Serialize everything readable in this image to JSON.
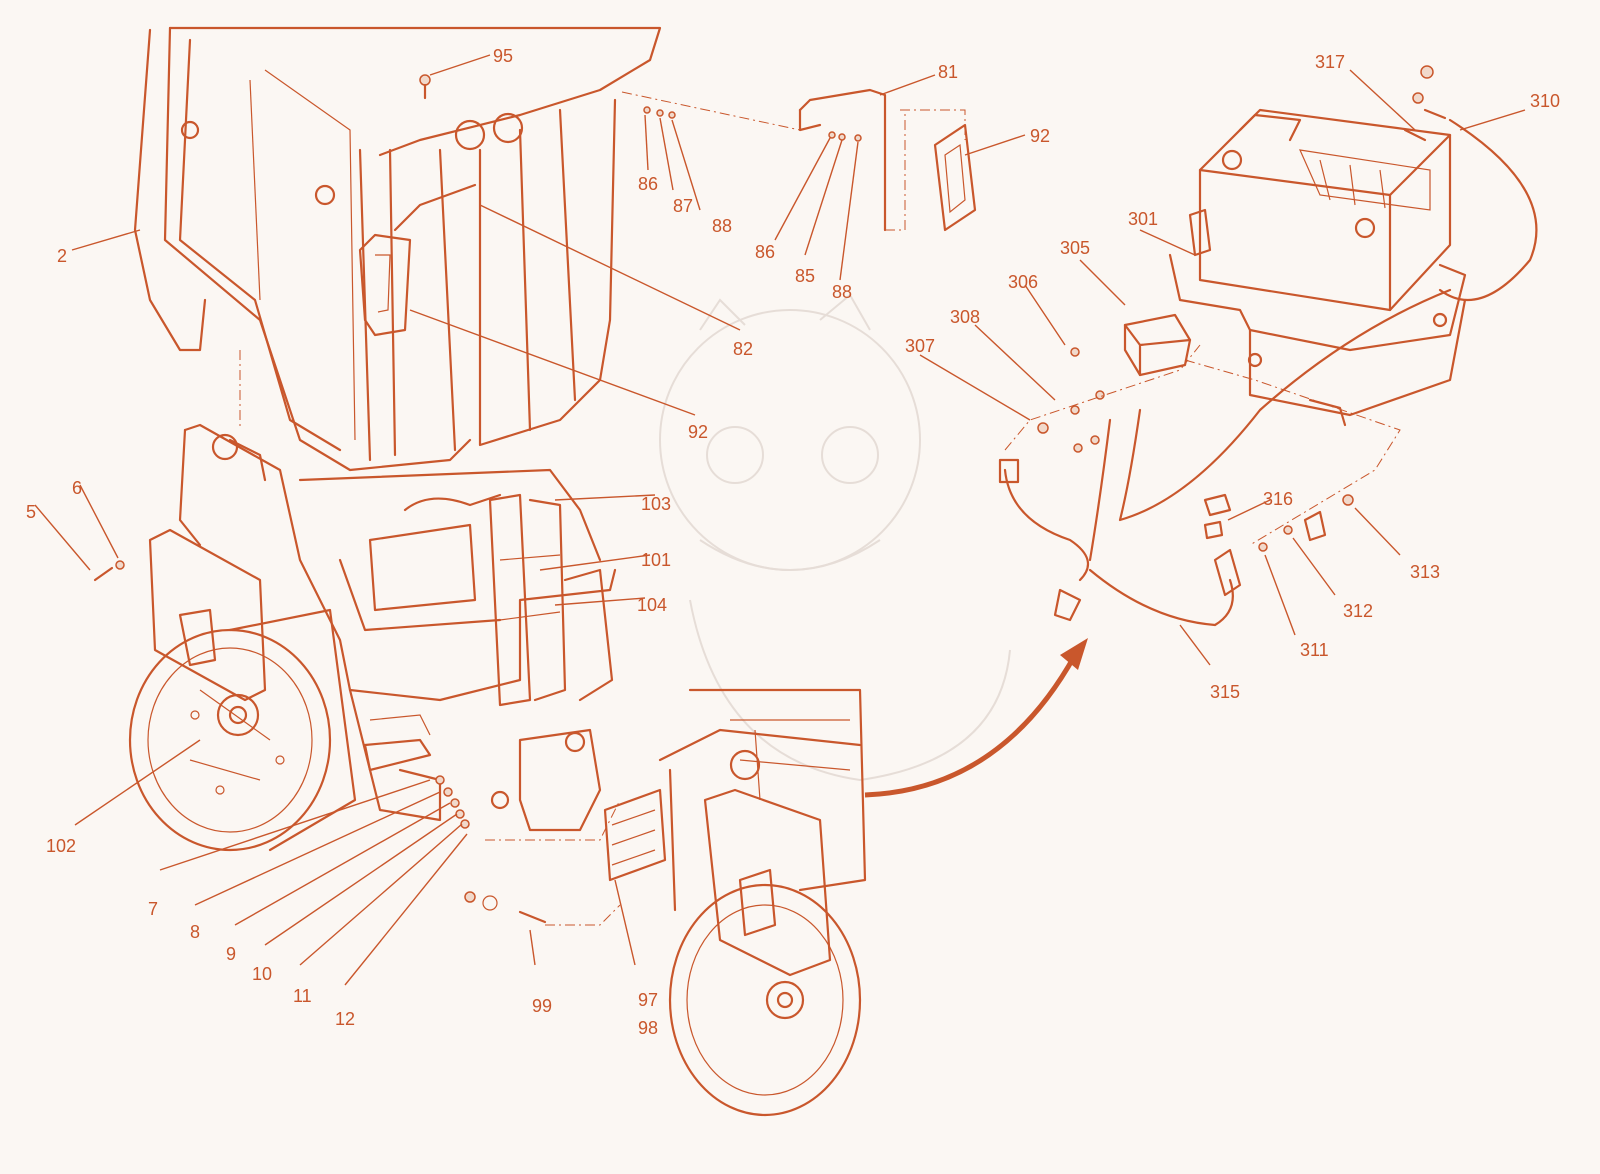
{
  "colors": {
    "line": "#c9572c",
    "background": "#fbf7f3",
    "fill": "#f1d9cb"
  },
  "labels": {
    "l95": "95",
    "l81": "81",
    "l92a": "92",
    "l86a": "86",
    "l87": "87",
    "l88a": "88",
    "l86b": "86",
    "l85": "85",
    "l88b": "88",
    "l2": "2",
    "l82": "82",
    "l92b": "92",
    "l317": "317",
    "l310": "310",
    "l301": "301",
    "l305": "305",
    "l306": "306",
    "l308": "308",
    "l307": "307",
    "l316": "316",
    "l313": "313",
    "l312": "312",
    "l311": "311",
    "l315": "315",
    "l103": "103",
    "l101": "101",
    "l104": "104",
    "l5": "5",
    "l6": "6",
    "l102": "102",
    "l7": "7",
    "l8": "8",
    "l9": "9",
    "l10": "10",
    "l11": "11",
    "l12": "12",
    "l99": "99",
    "l97": "97",
    "l98": "98"
  }
}
